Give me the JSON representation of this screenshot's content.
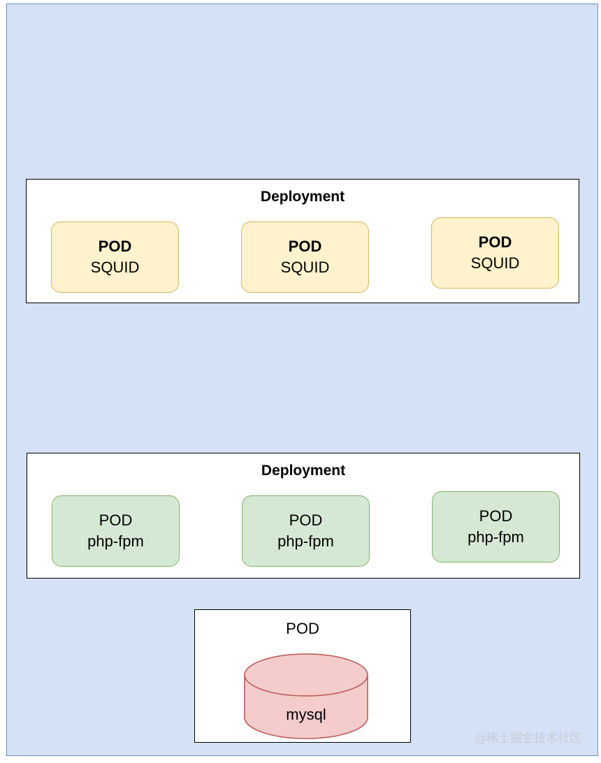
{
  "colors": {
    "outer_fill": "#d4e1f6",
    "outer_border": "#6c8ebf",
    "squid_fill": "#fff2cc",
    "squid_border": "#d6b656",
    "php_fill": "#d5e8d4",
    "php_border": "#82b366",
    "db_fill": "#f4cccc",
    "db_border": "#b85450"
  },
  "deployments": [
    {
      "title": "Deployment",
      "pods": [
        {
          "title": "POD",
          "subtitle": "SQUID"
        },
        {
          "title": "POD",
          "subtitle": "SQUID"
        },
        {
          "title": "POD",
          "subtitle": "SQUID"
        }
      ]
    },
    {
      "title": "Deployment",
      "pods": [
        {
          "title": "POD",
          "subtitle": "php-fpm"
        },
        {
          "title": "POD",
          "subtitle": "php-fpm"
        },
        {
          "title": "POD",
          "subtitle": "php-fpm"
        }
      ]
    }
  ],
  "database_pod": {
    "title": "POD",
    "database_label": "mysql",
    "icon": "database-cylinder-icon"
  },
  "watermark": "@稀土掘金技术社区"
}
